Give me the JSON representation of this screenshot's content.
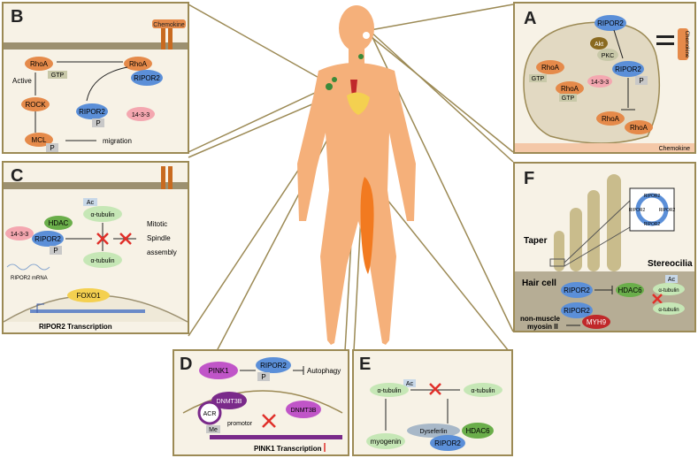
{
  "panels": {
    "A": {
      "label": "A",
      "ripor2_top": "RIPOR2",
      "akt": "Akt",
      "pkc": "PKC",
      "ripor2_mid": "RIPOR2",
      "p": "P",
      "p1433": "14-3-3",
      "rhoa_gtp1": "RhoA",
      "gtp1": "GTP",
      "rhoa_gtp2": "RhoA",
      "gtp2": "GTP",
      "rhoa_bot1": "RhoA",
      "rhoa_bot2": "RhoA",
      "chemokine_receptor": "Chemokine",
      "chemokine_bottom": "Chemokine"
    },
    "B": {
      "label": "B",
      "chemokine": "Chemokine",
      "rhoa_left": "RhoA",
      "gtp": "GTP",
      "active": "Active",
      "rhoa_right": "RhoA",
      "ripor2_right": "RIPOR2",
      "rock": "ROCK",
      "ripor2_p": "RIPOR2",
      "p": "P",
      "p1433": "14-3-3",
      "mcl": "MCL",
      "mcl_p": "P",
      "migration": "migration"
    },
    "C": {
      "label": "C",
      "ac": "Ac",
      "tubulin_top": "α-tubulin",
      "hdac": "HDAC",
      "p1433": "14-3-3",
      "ripor2": "RIPOR2",
      "p": "P",
      "mitotic1": "Mitotic",
      "mitotic2": "Spindle",
      "mitotic3": "assembly",
      "tubulin_bot": "α-tubulin",
      "mrna": "RIPOR2 mRNA",
      "foxo1": "FOXO1",
      "transcription": "RIPOR2 Transcription"
    },
    "D": {
      "label": "D",
      "pink1": "PINK1",
      "ripor2": "RIPOR2",
      "p": "P",
      "autophagy": "Autophagy",
      "dnmt3b_left": "DNMT3B",
      "dnmt3b_right": "DNMT3B",
      "acr": "ACR",
      "me": "Me",
      "promotor": "promotor",
      "transcription": "PINK1 Transcription"
    },
    "E": {
      "label": "E",
      "ac": "Ac",
      "tubulin_left": "α-tubulin",
      "tubulin_right": "α-tubulin",
      "myogenin": "myogenin",
      "dysferlin": "Dyseferlin",
      "hdac6": "HDAC6",
      "ripor2": "RIPOR2"
    },
    "F": {
      "label": "F",
      "taper": "Taper",
      "stereocilia": "Stereocilia",
      "hair_cell": "Hair cell",
      "ripor2_a": "RIPOR2",
      "hdac6": "HDAC6",
      "ac": "Ac",
      "tubulin_a": "α-tubulin",
      "tubulin_b": "α-tubulin",
      "ripor2_b": "RIPOR2",
      "myh9": "MYH9",
      "nonmuscle1": "non-muscle",
      "nonmuscle2": "myosin II",
      "ring_labels": [
        "RIPOR2",
        "RIPOR2",
        "RIPOR2",
        "RIPOR2"
      ]
    }
  },
  "colors": {
    "panel_bg": "#f7f2e6",
    "panel_border": "#9c8a55",
    "skin": "#f5b07a",
    "ripor2_blue": "#5b8fd8",
    "rhoa_orange": "#e58a4a",
    "green": "#6aae4a",
    "pink": "#f4a7b0",
    "light_green": "#c6e7b6",
    "purple": "#7a2a8a",
    "magenta": "#c055c8",
    "red_x": "#e0302a"
  }
}
